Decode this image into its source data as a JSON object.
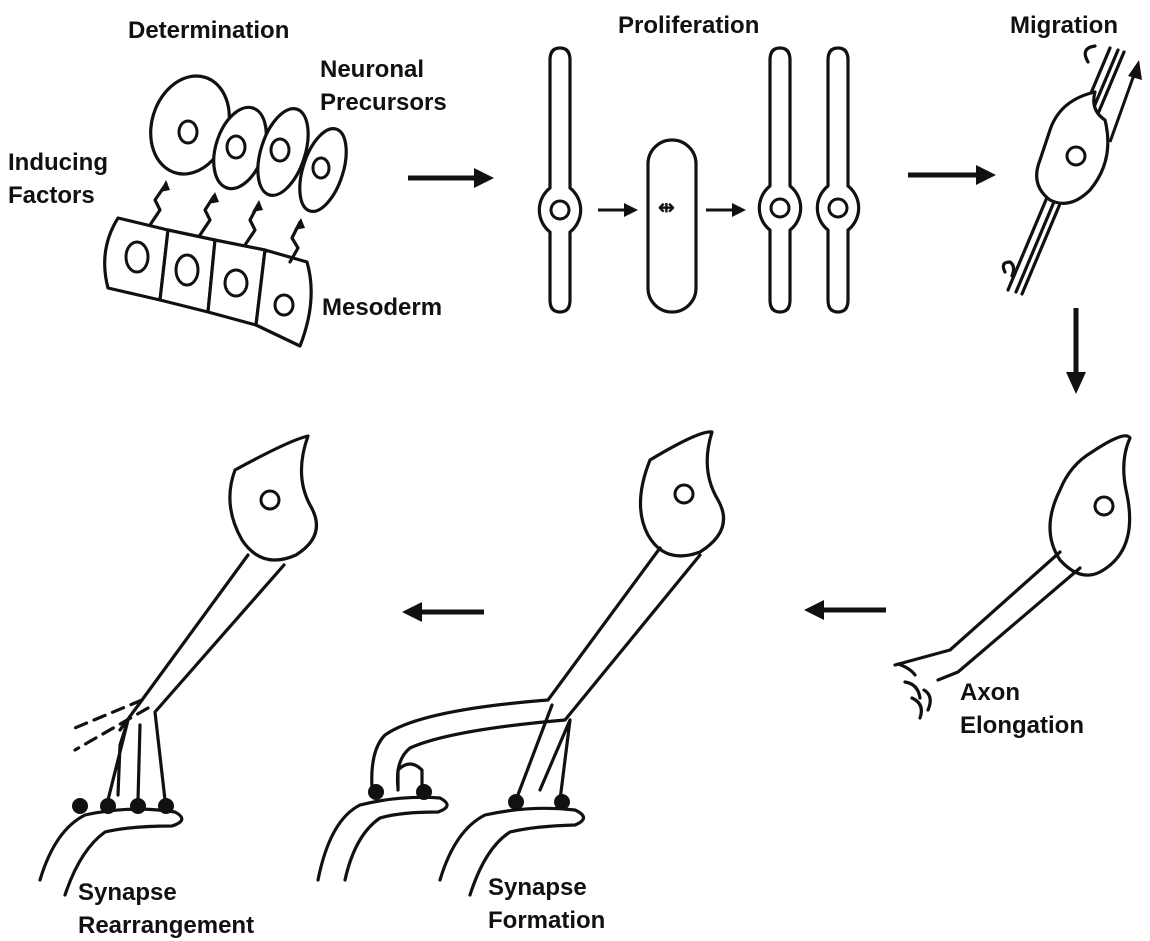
{
  "stages": {
    "determination": {
      "title": "Determination",
      "neuronal_1": "Neuronal",
      "neuronal_2": "Precursors",
      "inducing_1": "Inducing",
      "inducing_2": "Factors",
      "mesoderm": "Mesoderm"
    },
    "proliferation": {
      "title": "Proliferation"
    },
    "migration": {
      "title": "Migration"
    },
    "axon": {
      "label_1": "Axon",
      "label_2": "Elongation"
    },
    "synapse_formation": {
      "label_1": "Synapse",
      "label_2": "Formation"
    },
    "synapse_rearrangement": {
      "label_1": "Synapse",
      "label_2": "Rearrangement"
    }
  }
}
